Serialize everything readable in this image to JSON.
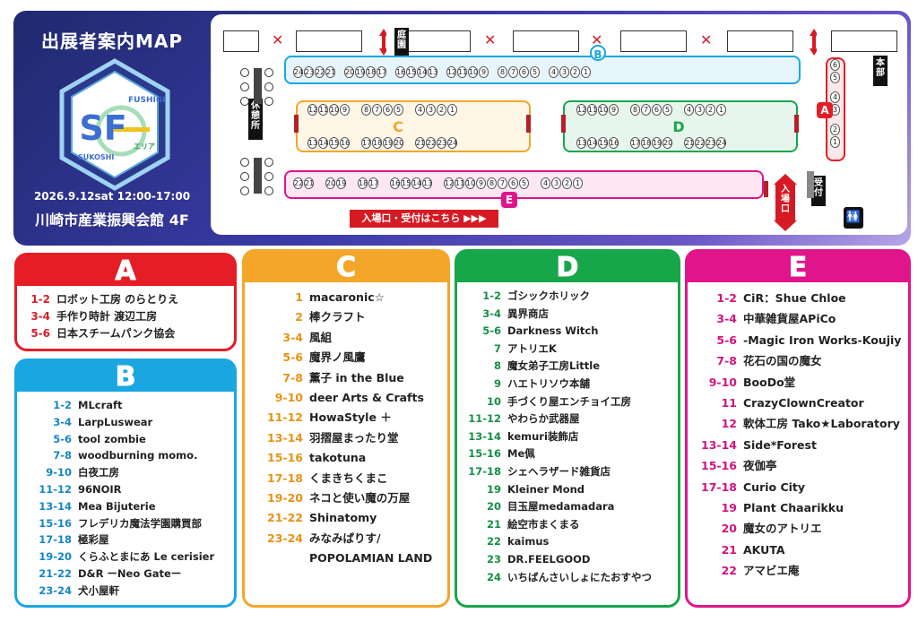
{
  "brand": {
    "title": "出展者案内MAP",
    "logo_top_text": "FUSHIGI",
    "logo_bottom_text": "SUKOSHI",
    "logo_mark": "SF",
    "logo_sub": "エリア",
    "date_time": "2026.9.12sat 12:00-17:00",
    "venue": "川崎市産業振興会館 4F"
  },
  "map": {
    "labels": {
      "garden": "庭園",
      "hq": "本部",
      "rest": "休憩所",
      "reception": "受付",
      "entrance": "入場口",
      "restroom_icon": "restroom-icon"
    },
    "entry_banner": "入場口・受付はこちら ▶▶▶",
    "colors": {
      "A": "#e41d26",
      "B": "#1aa7e0",
      "C": "#f3a62a",
      "D": "#18a64a",
      "E": "#e0158b"
    },
    "zone_B": {
      "letter": "B",
      "booths": [
        "24",
        "23",
        "22",
        "21",
        "20",
        "19",
        "18",
        "17",
        "16",
        "15",
        "14",
        "13",
        "12",
        "11",
        "10",
        "9",
        "8",
        "7",
        "6",
        "5",
        "4",
        "3",
        "2",
        "1"
      ]
    },
    "zone_C": {
      "letter": "C",
      "top": [
        "12",
        "11",
        "10",
        "9",
        "8",
        "7",
        "6",
        "5",
        "4",
        "3",
        "2",
        "1"
      ],
      "bottom": [
        "13",
        "14",
        "15",
        "16",
        "17",
        "18",
        "19",
        "20",
        "21",
        "22",
        "23",
        "24"
      ]
    },
    "zone_D": {
      "letter": "D",
      "top": [
        "12",
        "11",
        "10",
        "9",
        "8",
        "7",
        "6",
        "5",
        "4",
        "3",
        "2",
        "1"
      ],
      "bottom": [
        "13",
        "14",
        "15",
        "16",
        "17",
        "18",
        "19",
        "20",
        "21",
        "22",
        "23",
        "24"
      ]
    },
    "zone_E": {
      "letter": "E",
      "booths": [
        "22",
        "21",
        "20",
        "19",
        "18",
        "17",
        "16",
        "15",
        "14",
        "13",
        "12",
        "11",
        "10",
        "9",
        "8",
        "7",
        "6",
        "5",
        "4",
        "3",
        "2",
        "1"
      ]
    },
    "zone_A": {
      "letter": "A",
      "booths": [
        "6",
        "5",
        "4",
        "3",
        "2",
        "1"
      ]
    }
  },
  "lists": {
    "A": {
      "letter": "A",
      "items": [
        {
          "num": "1-2",
          "name": "ロボット工房 のらとりえ"
        },
        {
          "num": "3-4",
          "name": "手作り時計 渡辺工房"
        },
        {
          "num": "5-6",
          "name": "日本スチームパンク協会"
        }
      ]
    },
    "B": {
      "letter": "B",
      "items": [
        {
          "num": "1-2",
          "name": "MLcraft"
        },
        {
          "num": "3-4",
          "name": "LarpLuswear"
        },
        {
          "num": "5-6",
          "name": "tool zombie"
        },
        {
          "num": "7-8",
          "name": "woodburning momo."
        },
        {
          "num": "9-10",
          "name": "白夜工房"
        },
        {
          "num": "11-12",
          "name": "96NOIR"
        },
        {
          "num": "13-14",
          "name": "Mea Bijuterie"
        },
        {
          "num": "15-16",
          "name": "フレデリカ魔法学園購買部"
        },
        {
          "num": "17-18",
          "name": "極彩屋"
        },
        {
          "num": "19-20",
          "name": "くらふとまにあ Le cerisier"
        },
        {
          "num": "21-22",
          "name": "D&R ーNeo Gateー"
        },
        {
          "num": "23-24",
          "name": "犬小屋軒"
        }
      ]
    },
    "C": {
      "letter": "C",
      "items": [
        {
          "num": "1",
          "name": "macaronic☆"
        },
        {
          "num": "2",
          "name": "棒クラフト"
        },
        {
          "num": "3-4",
          "name": "風組"
        },
        {
          "num": "5-6",
          "name": "魔界ノ風鷹"
        },
        {
          "num": "7-8",
          "name": "薫子 in the Blue"
        },
        {
          "num": "9-10",
          "name": "deer Arts & Crafts"
        },
        {
          "num": "11-12",
          "name": "HowaStyle ＋"
        },
        {
          "num": "13-14",
          "name": "羽摺屋まったり堂"
        },
        {
          "num": "15-16",
          "name": "takotuna"
        },
        {
          "num": "17-18",
          "name": "くまきちくまこ"
        },
        {
          "num": "19-20",
          "name": "ネコと使い魔の万屋"
        },
        {
          "num": "21-22",
          "name": "Shinatomy"
        },
        {
          "num": "23-24",
          "name": "みなみぱりす/"
        },
        {
          "num": "",
          "name": "POPOLAMIAN LAND"
        }
      ]
    },
    "D": {
      "letter": "D",
      "items": [
        {
          "num": "1-2",
          "name": "ゴシックホリック"
        },
        {
          "num": "3-4",
          "name": "異界商店"
        },
        {
          "num": "5-6",
          "name": "Darkness Witch"
        },
        {
          "num": "7",
          "name": "アトリエK"
        },
        {
          "num": "8",
          "name": "魔女弟子工房Little"
        },
        {
          "num": "9",
          "name": "ハエトリソウ本舗"
        },
        {
          "num": "10",
          "name": "手づくり屋エンチョイ工房"
        },
        {
          "num": "11-12",
          "name": "やわらか武器屋"
        },
        {
          "num": "13-14",
          "name": "kemuri装飾店"
        },
        {
          "num": "15-16",
          "name": "Me佩"
        },
        {
          "num": "17-18",
          "name": "シェヘラザード雑貨店"
        },
        {
          "num": "19",
          "name": "Kleiner Mond"
        },
        {
          "num": "20",
          "name": "目玉屋medamadara"
        },
        {
          "num": "21",
          "name": "絵空市まくまる"
        },
        {
          "num": "22",
          "name": "kaimus"
        },
        {
          "num": "23",
          "name": "DR.FEELGOOD"
        },
        {
          "num": "24",
          "name": "いちばんさいしょにたおすやつ"
        }
      ]
    },
    "E": {
      "letter": "E",
      "items": [
        {
          "num": "1-2",
          "name": "CiR：Shue Chloe"
        },
        {
          "num": "3-4",
          "name": "中華雑貨屋APiCo"
        },
        {
          "num": "5-6",
          "name": "-Magic Iron Works-Koujiya"
        },
        {
          "num": "7-8",
          "name": "花石の国の魔女"
        },
        {
          "num": "9-10",
          "name": "BooDo堂"
        },
        {
          "num": "11",
          "name": "CrazyClownCreator"
        },
        {
          "num": "12",
          "name": "軟体工房 Tako★Laboratory"
        },
        {
          "num": "13-14",
          "name": "Side*Forest"
        },
        {
          "num": "15-16",
          "name": "夜伽亭"
        },
        {
          "num": "17-18",
          "name": "Curio City"
        },
        {
          "num": "19",
          "name": "Plant Chaarikku"
        },
        {
          "num": "20",
          "name": "魔女のアトリエ"
        },
        {
          "num": "21",
          "name": "AKUTA"
        },
        {
          "num": "22",
          "name": "アマビエ庵"
        }
      ]
    }
  }
}
